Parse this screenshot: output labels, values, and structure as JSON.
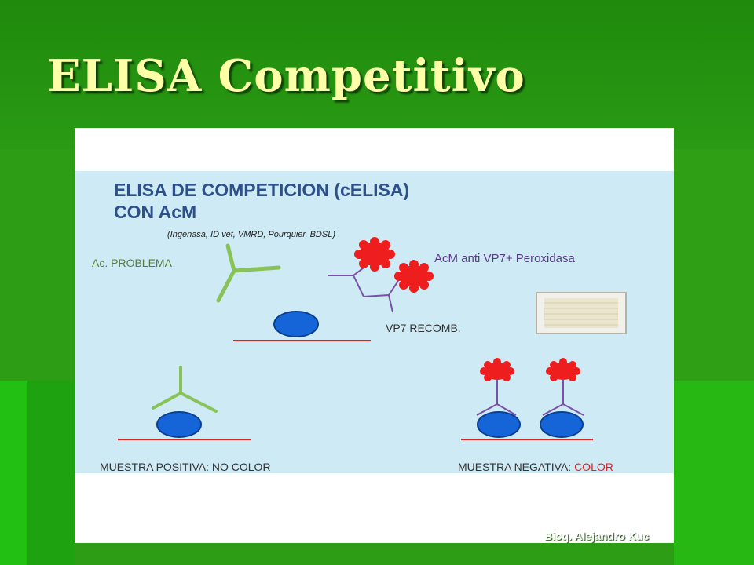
{
  "slide": {
    "title": "ELISA Competitivo"
  },
  "diagram": {
    "heading_line1": "ELISA DE COMPETICION (cELISA)",
    "heading_line2": "CON AcM",
    "vendors": "(Ingenasa, ID vet, VMRD, Pourquier, BDSL)",
    "label_ac_problema": "Ac. PROBLEMA",
    "label_acm": "AcM anti VP7+ Peroxidasa",
    "label_vp7": "VP7 RECOMB.",
    "label_positive": "MUESTRA POSITIVA: NO COLOR",
    "label_negative_prefix": "MUESTRA NEGATIVA: ",
    "label_negative_color": "COLOR"
  },
  "footer": {
    "credit": "Bioq. Alejandro Kuc"
  },
  "colors": {
    "background": "#2c9a14",
    "title": "#ffffa8",
    "panel": "#cdeaf5",
    "antigen": "#1565d8",
    "enzyme": "#ee1e1e",
    "antibody_green": "#8ac25a",
    "antibody_purple": "#7a4fa8",
    "plate_line": "#e02020"
  }
}
